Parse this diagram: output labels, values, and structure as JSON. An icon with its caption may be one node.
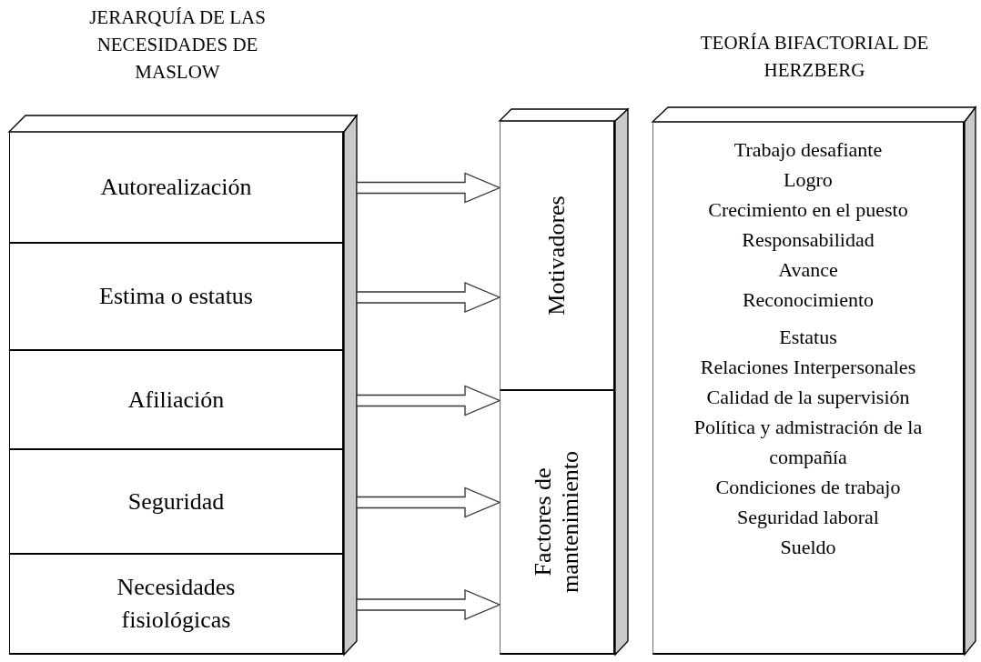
{
  "diagram": {
    "nodes": [
      {
        "text": [
          "Autorealización"
        ]
      },
      {
        "text": [
          "Estima o estatus"
        ]
      },
      {
        "text": [
          "Afiliación"
        ]
      },
      {
        "text": [
          "Seguridad"
        ]
      },
      {
        "text": [
          "Necesidades fisiológicas"
        ]
      },
      {
        "text": [
          "Motivadores"
        ]
      },
      {
        "text": [
          "Factores de mantenimiento"
        ]
      },
      {
        "text": [
          "Trabajo desafiante",
          "Logro",
          "Crecimiento en el puesto",
          "Responsabilidad",
          "Avance",
          "Reconocimiento",
          "Estatus",
          "Relaciones Interpersonales",
          "Calidad de la supervisión",
          "Política y admistración de la compañía",
          "Condiciones de trabajo",
          "Seguridad laboral",
          "Sueldo"
        ]
      }
    ],
    "edges": [
      {
        "from": 0,
        "to": 5,
        "arrow": "to"
      },
      {
        "from": 1,
        "to": 5,
        "arrow": "to"
      },
      {
        "from": 2,
        "to": 6,
        "arrow": "to"
      },
      {
        "from": 3,
        "to": 6,
        "arrow": "to"
      },
      {
        "from": 4,
        "to": 6,
        "arrow": "to"
      }
    ],
    "labels": [
      "JERARQUÍA DE LAS NECESIDADES DE MASLOW",
      "TEORÍA BIFACTORIAL DE HERZBERG"
    ]
  }
}
